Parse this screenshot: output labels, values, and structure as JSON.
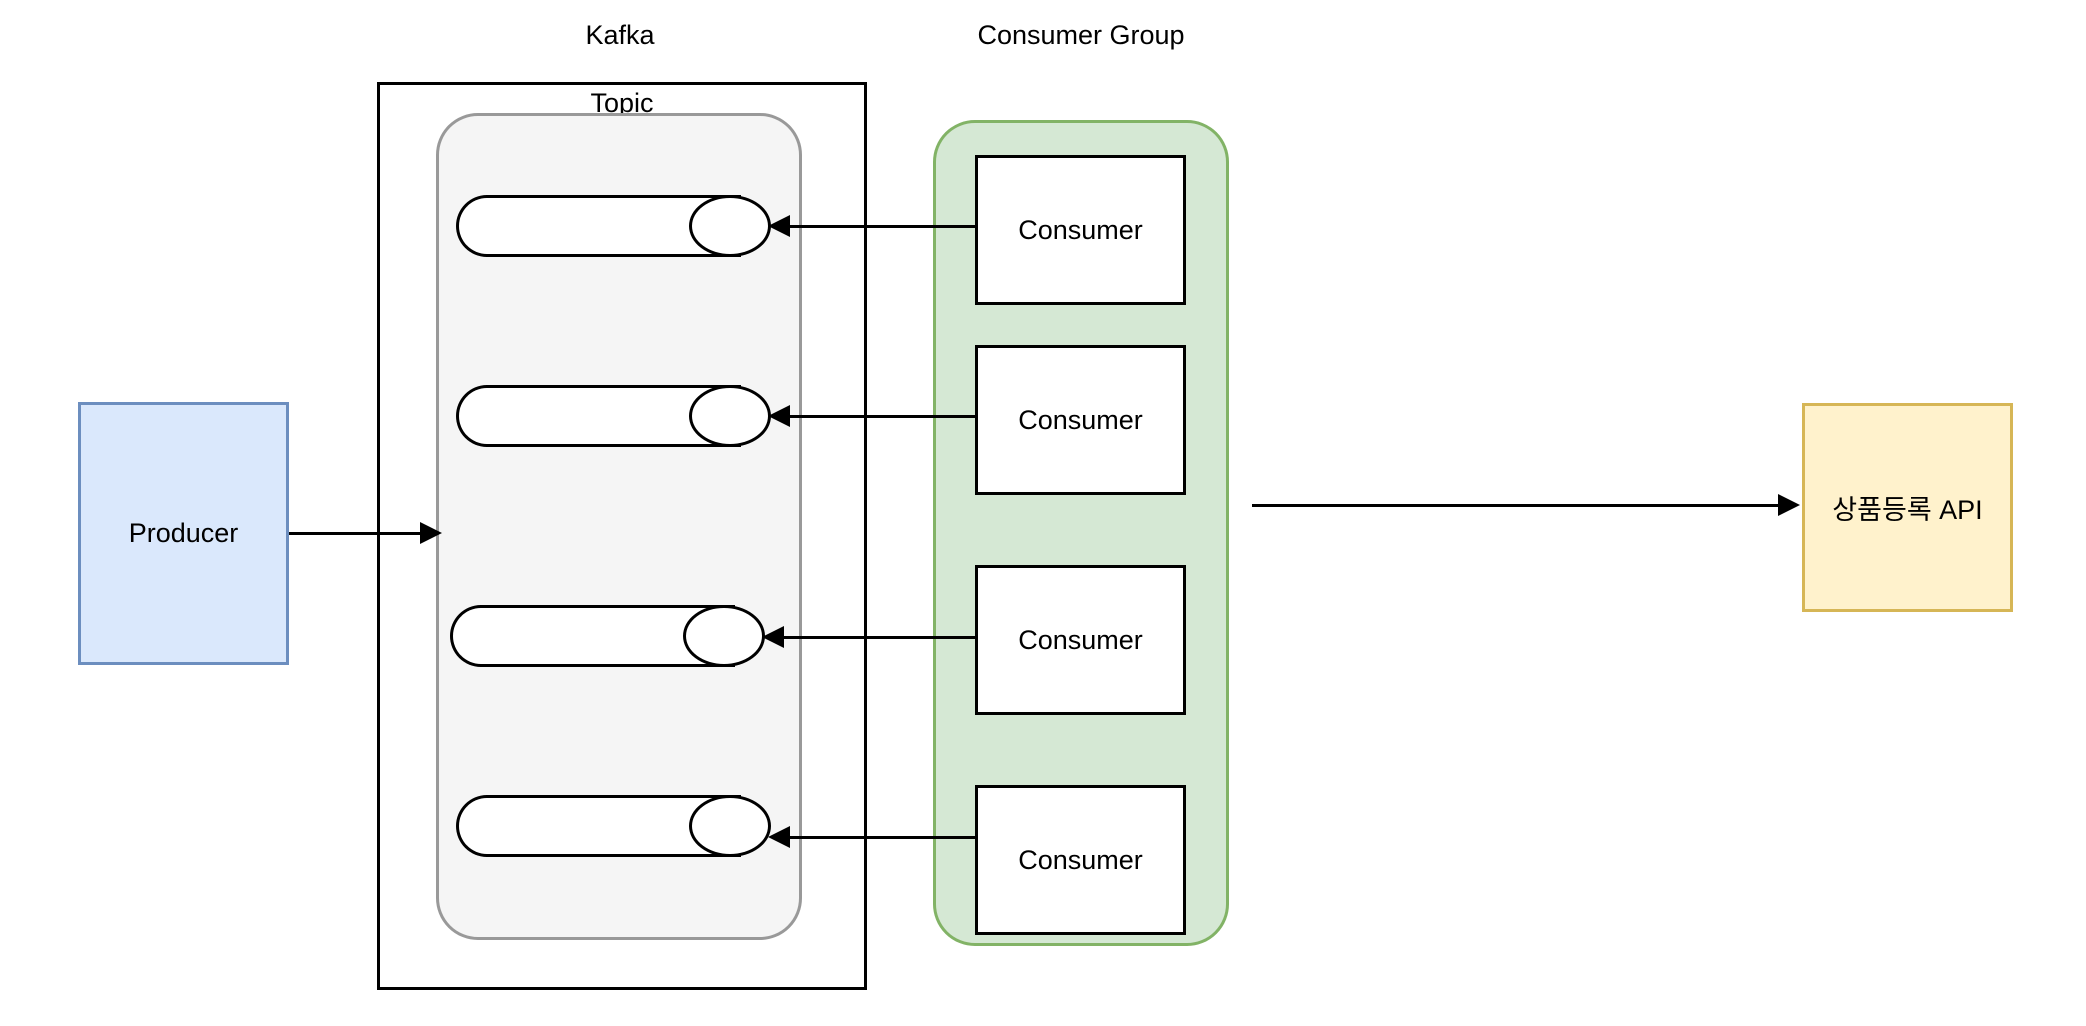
{
  "diagram": {
    "title_kafka": "Kafka",
    "title_topic": "Topic",
    "title_consumer_group": "Consumer Group",
    "producer": {
      "label": "Producer",
      "fill": "#dae8fc",
      "stroke": "#6c8ebf"
    },
    "topic": {
      "fill": "#f5f5f5",
      "stroke": "#999999",
      "partitions": [
        {
          "label": ""
        },
        {
          "label": ""
        },
        {
          "label": ""
        },
        {
          "label": ""
        }
      ]
    },
    "consumer_group": {
      "fill": "#d5e8d4",
      "stroke": "#82b366",
      "consumers": [
        {
          "label": "Consumer"
        },
        {
          "label": "Consumer"
        },
        {
          "label": "Consumer"
        },
        {
          "label": "Consumer"
        }
      ]
    },
    "api": {
      "label": "상품등록 API",
      "fill": "#fff2cc",
      "stroke": "#d6b656"
    },
    "edges": [
      {
        "name": "producer-to-topic",
        "direction": "right"
      },
      {
        "name": "consumer-1-to-partition-1",
        "direction": "left"
      },
      {
        "name": "consumer-2-to-partition-2",
        "direction": "left"
      },
      {
        "name": "consumer-3-to-partition-3",
        "direction": "left"
      },
      {
        "name": "consumer-4-to-partition-4",
        "direction": "left"
      },
      {
        "name": "consumer-group-to-api",
        "direction": "right"
      }
    ]
  }
}
